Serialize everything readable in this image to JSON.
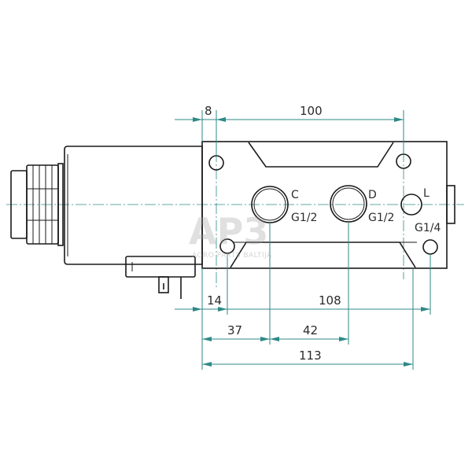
{
  "dimensions": {
    "d8": "8",
    "d100": "100",
    "d14": "14",
    "d108": "108",
    "d37": "37",
    "d42": "42",
    "d113": "113"
  },
  "ports": {
    "c_label": "C",
    "c_thread": "G1/2",
    "d_label": "D",
    "d_thread": "G1/2",
    "l_label": "L",
    "l_thread": "G1/4"
  },
  "watermark": {
    "main": "AP3",
    "sub": "AGRO PARTS BALTIJA"
  },
  "colors": {
    "dimension_line": "#2e8a86",
    "outline": "#1a1a1a",
    "background": "#ffffff"
  }
}
